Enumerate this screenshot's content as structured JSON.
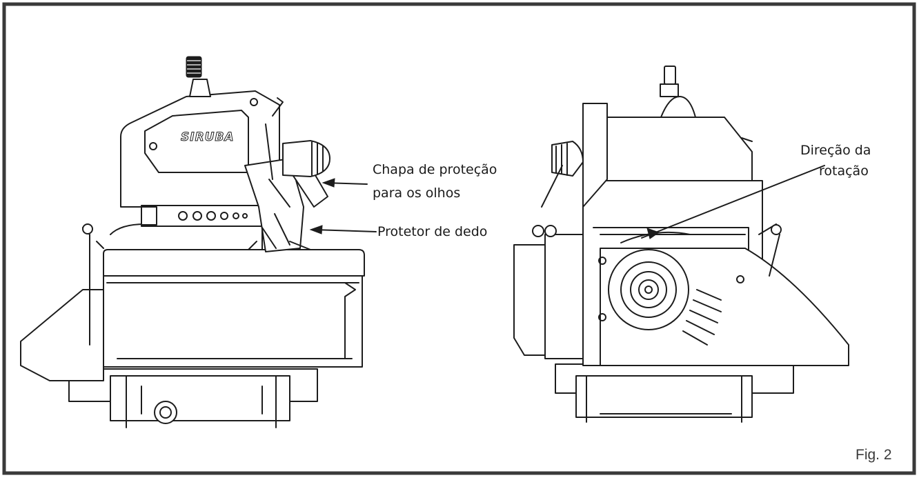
{
  "figure": {
    "brand_logo_text": "SIRUBA",
    "caption": "Fig. 2"
  },
  "left_view": {
    "eye_guard_label_line1": "Chapa de proteção",
    "eye_guard_label_line2": "para os olhos",
    "finger_guard_label": "Protetor de dedo"
  },
  "right_view": {
    "rotation_label_line1": "Direção da",
    "rotation_label_line2": "rotação"
  }
}
